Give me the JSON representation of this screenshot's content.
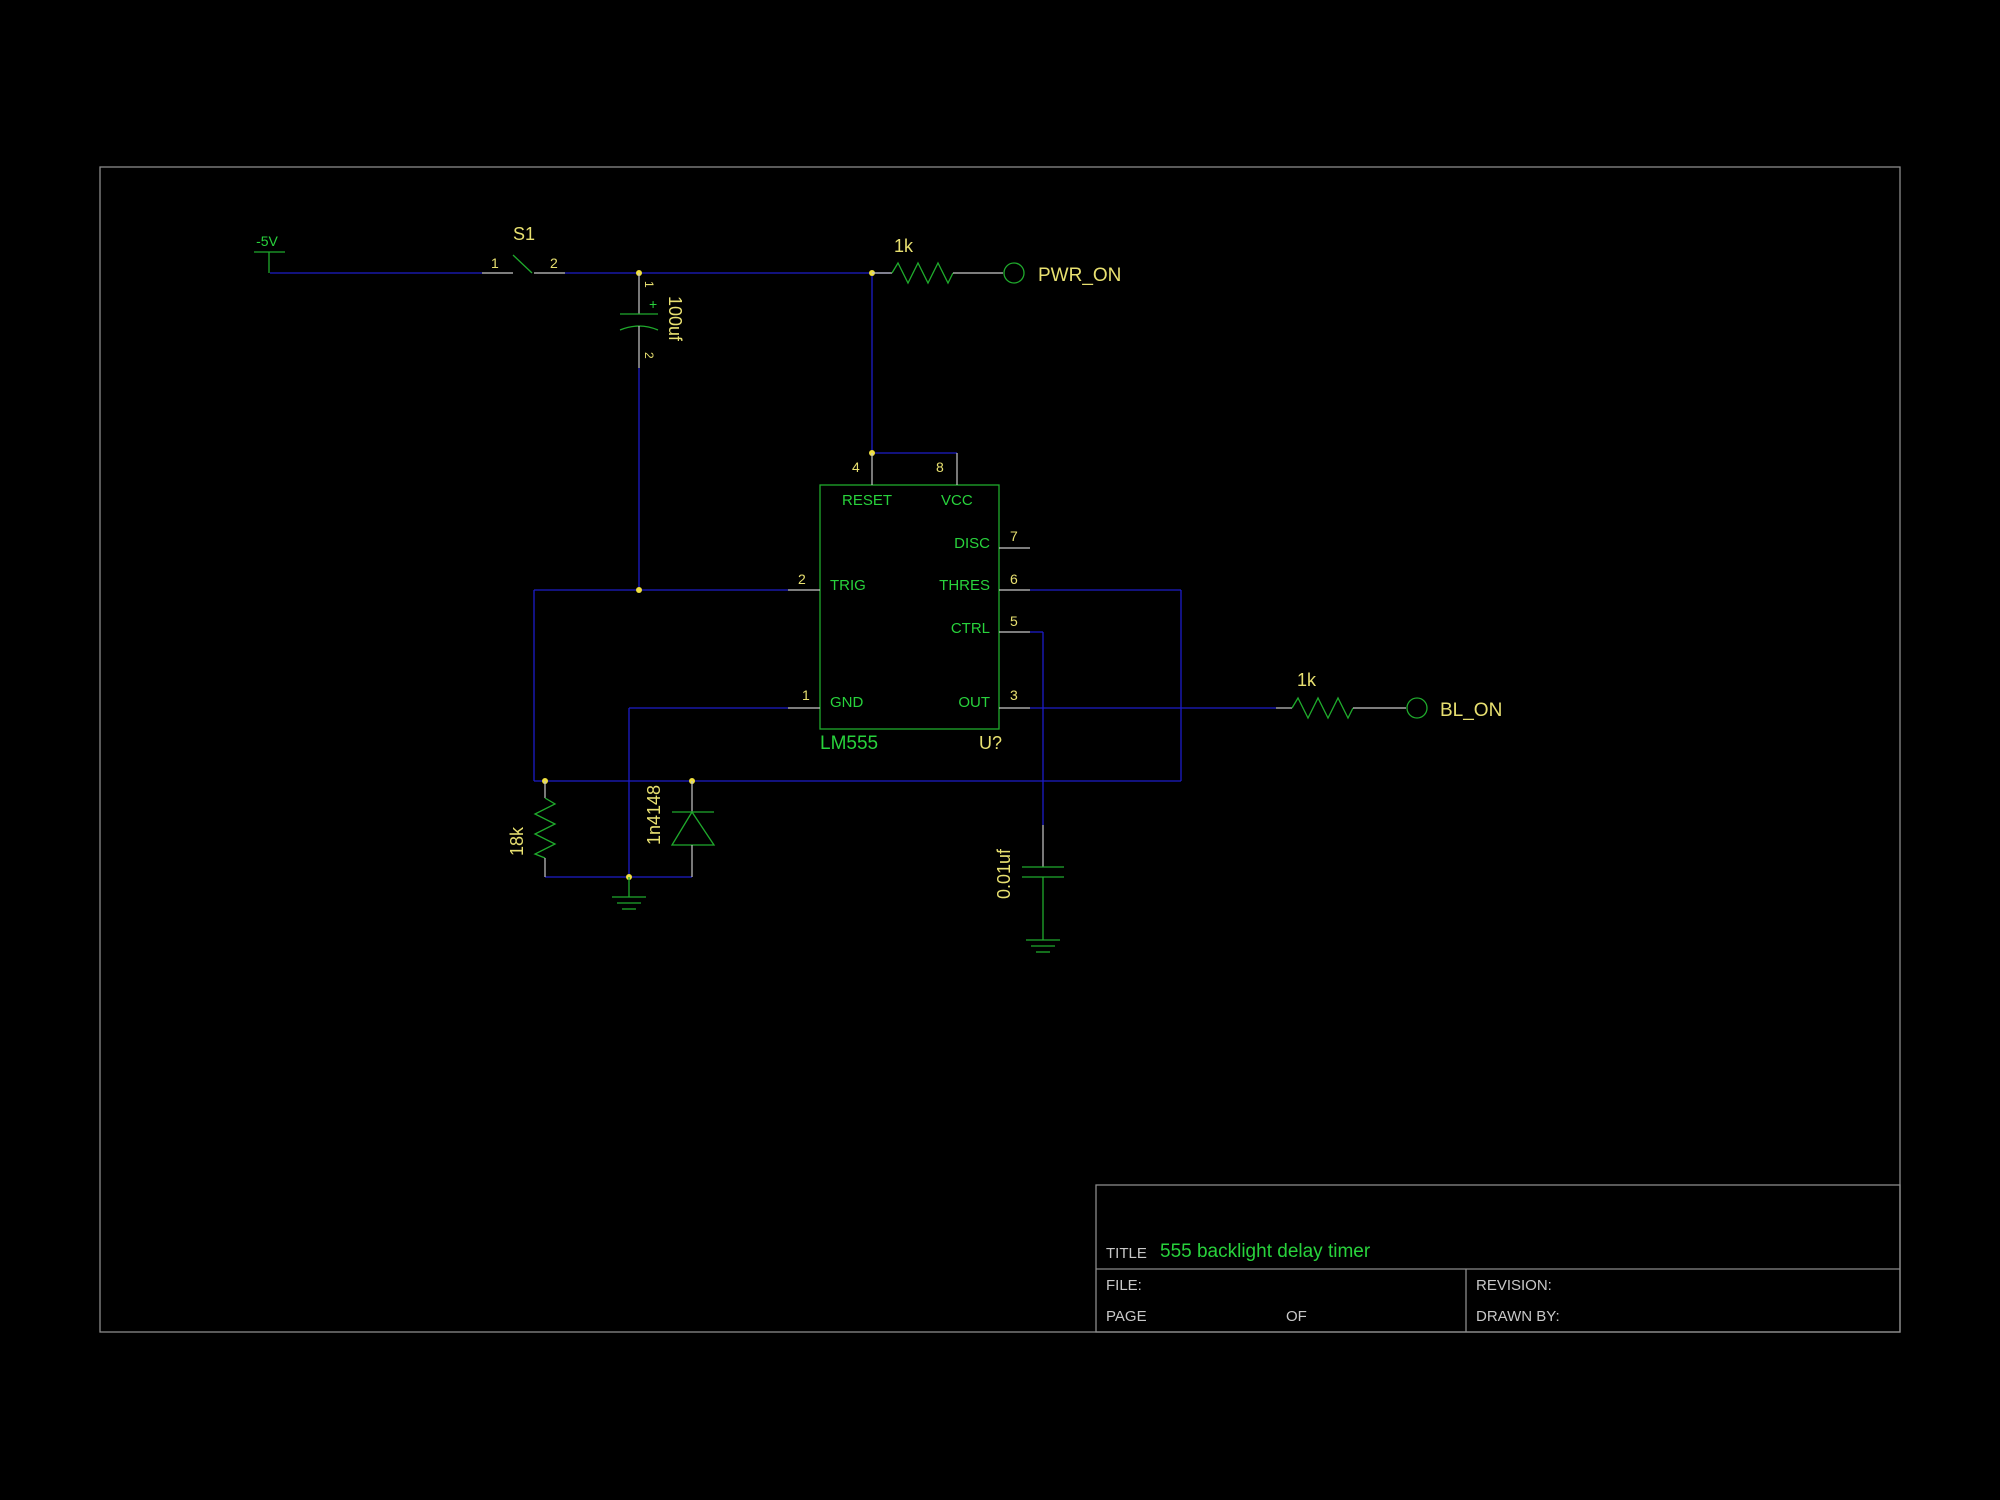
{
  "colors": {
    "background": "#000000",
    "frame": "#8a8a8a",
    "wire": "#1c1cc8",
    "component": "#1faa2c",
    "label_yellow": "#e8e070",
    "label_green": "#28d23c",
    "titleblock_text": "#c8c8c8"
  },
  "power": {
    "neg5v_label": "-5V"
  },
  "switch": {
    "ref": "S1",
    "pin1": "1",
    "pin2": "2"
  },
  "capacitor_main": {
    "value": "100uf",
    "pin1": "1",
    "pin2": "2",
    "plus": "+"
  },
  "resistor_pwr": {
    "value": "1k"
  },
  "port_pwr": {
    "label": "PWR_ON"
  },
  "resistor_bl": {
    "value": "1k"
  },
  "port_bl": {
    "label": "BL_ON"
  },
  "resistor_timing": {
    "value": "18k"
  },
  "diode": {
    "value": "1n4148"
  },
  "capacitor_ctrl": {
    "value": "0.01uf"
  },
  "ic": {
    "part": "LM555",
    "ref": "U?",
    "pins": {
      "reset": {
        "num": "4",
        "name": "RESET"
      },
      "vcc": {
        "num": "8",
        "name": "VCC"
      },
      "disc": {
        "num": "7",
        "name": "DISC"
      },
      "trig": {
        "num": "2",
        "name": "TRIG"
      },
      "thres": {
        "num": "6",
        "name": "THRES"
      },
      "ctrl": {
        "num": "5",
        "name": "CTRL"
      },
      "gnd": {
        "num": "1",
        "name": "GND"
      },
      "out": {
        "num": "3",
        "name": "OUT"
      }
    }
  },
  "title_block": {
    "title_label": "TITLE",
    "title_value": "555 backlight delay timer",
    "file_label": "FILE:",
    "revision_label": "REVISION:",
    "page_label": "PAGE",
    "of_label": "OF",
    "drawn_by_label": "DRAWN BY:"
  }
}
